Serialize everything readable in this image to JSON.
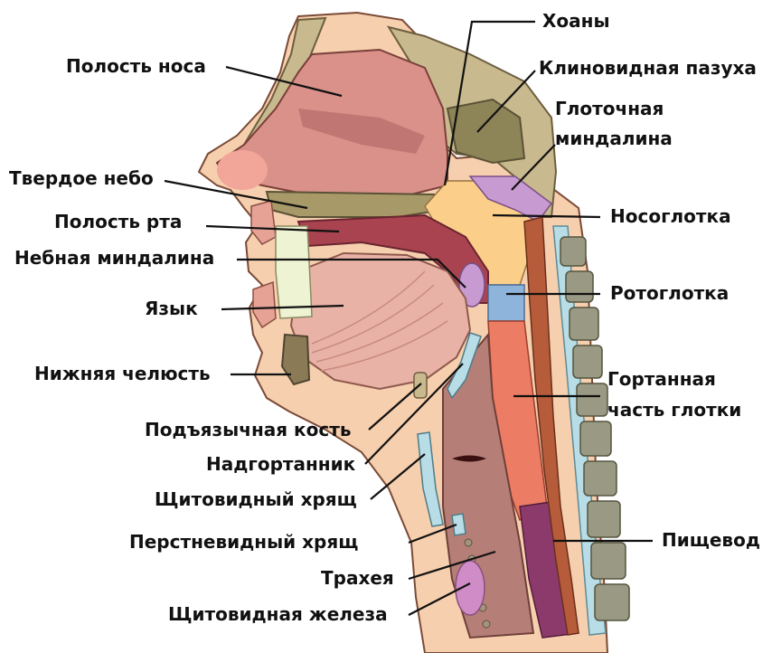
{
  "labels": {
    "nasal_cavity": "Полость носа",
    "hard_palate": "Твердое небо",
    "oral_cavity": "Полость рта",
    "palatine_tonsil": "Небная миндалина",
    "tongue": "Язык",
    "mandible": "Нижняя челюсть",
    "hyoid_bone": "Подъязычная кость",
    "epiglottis": "Надгортанник",
    "thyroid_cartilage": "Щитовидный хрящ",
    "cricoid_cartilage": "Перстневидный хрящ",
    "trachea": "Трахея",
    "thyroid_gland": "Щитовидная железа",
    "choanae": "Хоаны",
    "sphenoid_sinus": "Клиновидная пазуха",
    "pharyngeal_tonsil_line1": "Глоточная",
    "pharyngeal_tonsil_line2": "миндалина",
    "nasopharynx": "Носоглотка",
    "oropharynx": "Ротоглотка",
    "laryngopharynx_line1": "Гортанная",
    "laryngopharynx_line2": "часть глотки",
    "esophagus": "Пищевод"
  },
  "colors": {
    "skin": "#f6cfae",
    "nasal_cavity": "#d9918a",
    "bone": "#c9b98e",
    "bone_dark": "#8a7a56",
    "cartilage": "#b8dde6",
    "tongue": "#e9b2a6",
    "palate_soft": "#a8434f",
    "tonsil": "#c79ad1",
    "nasopharynx": "#fbcf8a",
    "oropharynx": "#8fb4dc",
    "laryngopharynx": "#ec7c63",
    "esophagus": "#8c3a6b",
    "larynx": "#b57f78",
    "thyroid_gland": "#d08cc6",
    "vertebra": "#9a9a84"
  }
}
